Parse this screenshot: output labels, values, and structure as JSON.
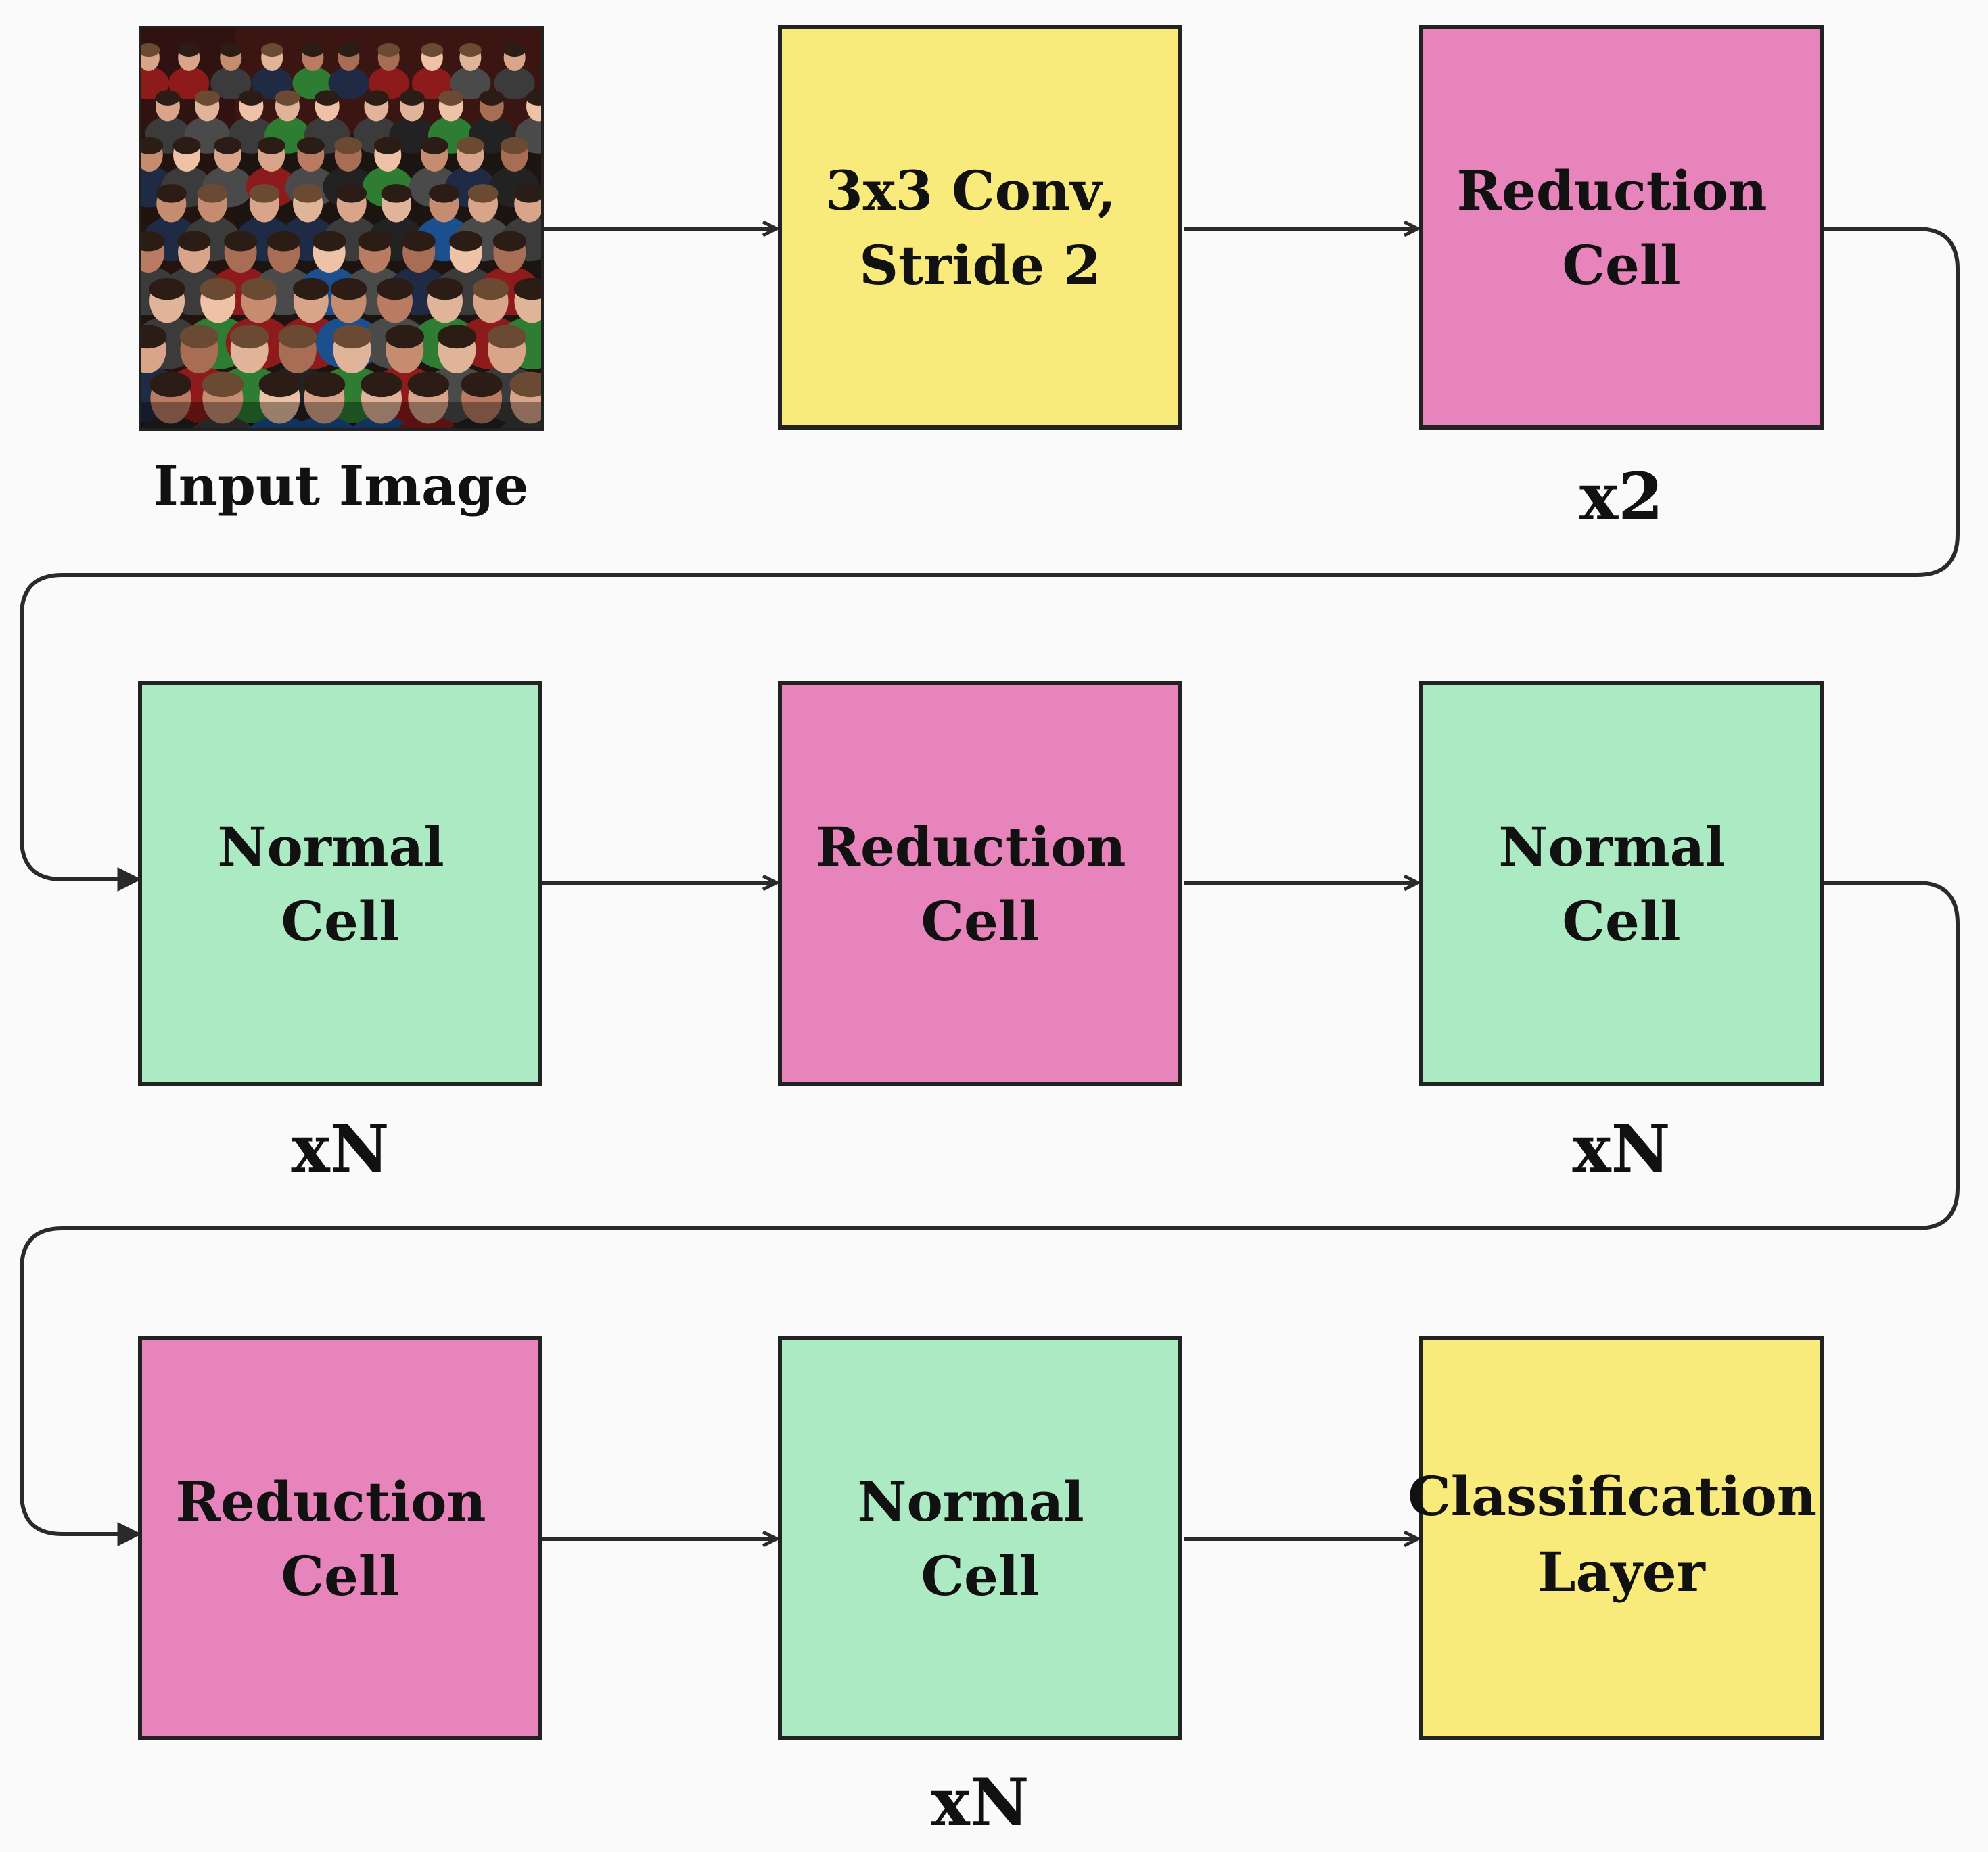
{
  "colors": {
    "background": "#fafafa",
    "yellow": "#f8eb7b",
    "pink": "#e684bb",
    "green": "#abeac2",
    "stroke": "#222222"
  },
  "input": {
    "caption": "Input Image",
    "image_semantic": "crowd-photo"
  },
  "blocks": [
    {
      "id": "conv",
      "lines": [
        "3x3 Conv,",
        "Stride 2"
      ],
      "color": "yellow",
      "multiplier": ""
    },
    {
      "id": "reduction-1",
      "lines": [
        "Reduction",
        "Cell"
      ],
      "color": "pink",
      "multiplier": "x2"
    },
    {
      "id": "normal-1",
      "lines": [
        "Normal",
        "Cell"
      ],
      "color": "green",
      "multiplier": "xN"
    },
    {
      "id": "reduction-2",
      "lines": [
        "Reduction",
        "Cell"
      ],
      "color": "pink",
      "multiplier": ""
    },
    {
      "id": "normal-2",
      "lines": [
        "Normal",
        "Cell"
      ],
      "color": "green",
      "multiplier": "xN"
    },
    {
      "id": "reduction-3",
      "lines": [
        "Reduction",
        "Cell"
      ],
      "color": "pink",
      "multiplier": ""
    },
    {
      "id": "normal-3",
      "lines": [
        "Normal",
        "Cell"
      ],
      "color": "green",
      "multiplier": "xN"
    },
    {
      "id": "classification",
      "lines": [
        "Classification",
        "Layer"
      ],
      "color": "yellow",
      "multiplier": ""
    }
  ]
}
